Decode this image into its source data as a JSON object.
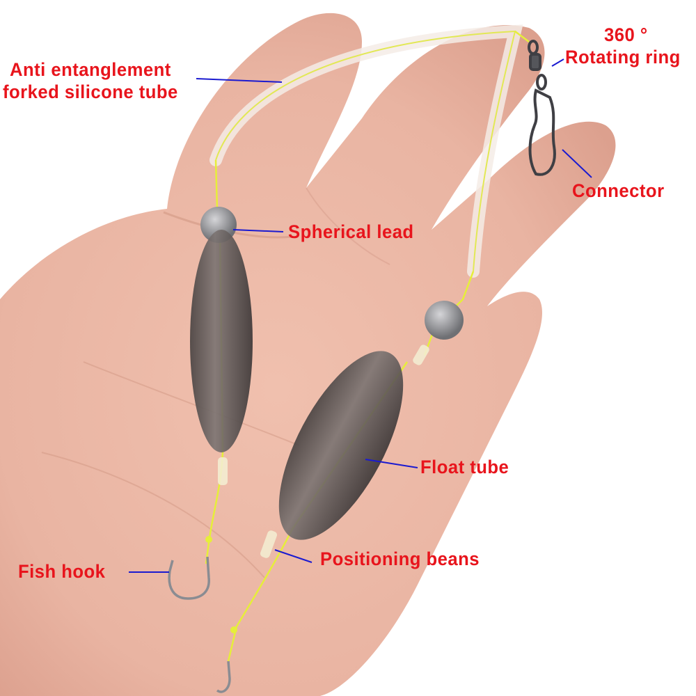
{
  "image": {
    "subject": "fishing rig with float tubes held in an open hand",
    "background_color": "#ffffff",
    "label_color": "#e8141c",
    "leader_color": "#1a1ad0"
  },
  "labels": {
    "anti_entanglement_line1": "Anti entanglement",
    "anti_entanglement_line2": "forked silicone tube",
    "rotating_ring_line1": "360 °",
    "rotating_ring_line2": "Rotating ring",
    "connector": "Connector",
    "spherical_lead": "Spherical lead",
    "float_tube": "Float tube",
    "positioning_beans": "Positioning beans",
    "fish_hook": "Fish hook"
  }
}
